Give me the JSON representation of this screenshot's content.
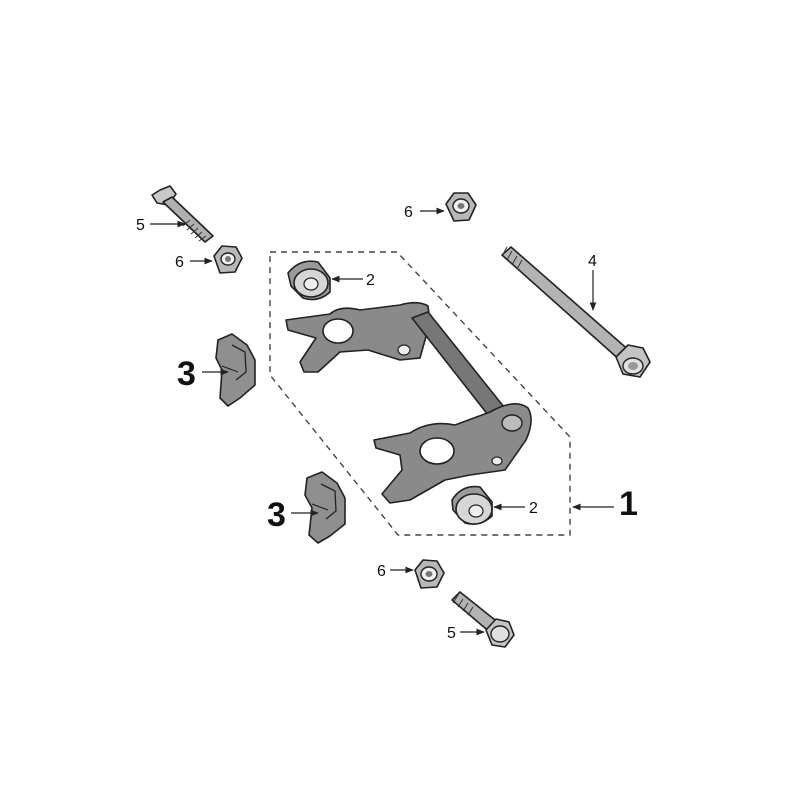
{
  "diagram": {
    "labels": {
      "frame_assembly": "1",
      "bushing_upper": "2",
      "bushing_lower": "2",
      "rubber_mount_upper": "3",
      "rubber_mount_lower": "3",
      "long_bolt": "4",
      "bolt_upper": "5",
      "bolt_lower": "5",
      "nut_upper_left": "6",
      "nut_upper_right": "6",
      "nut_lower": "6"
    },
    "colors": {
      "line": "#222222",
      "part_fill": "#8a8a8a",
      "part_dark": "#5e5e5e",
      "part_light": "#c9c9c9",
      "background": "#ffffff"
    },
    "icons": [
      "bolt-icon",
      "nut-icon",
      "bushing-icon",
      "rubber-mount-icon",
      "swing-arm-bracket-icon"
    ]
  }
}
